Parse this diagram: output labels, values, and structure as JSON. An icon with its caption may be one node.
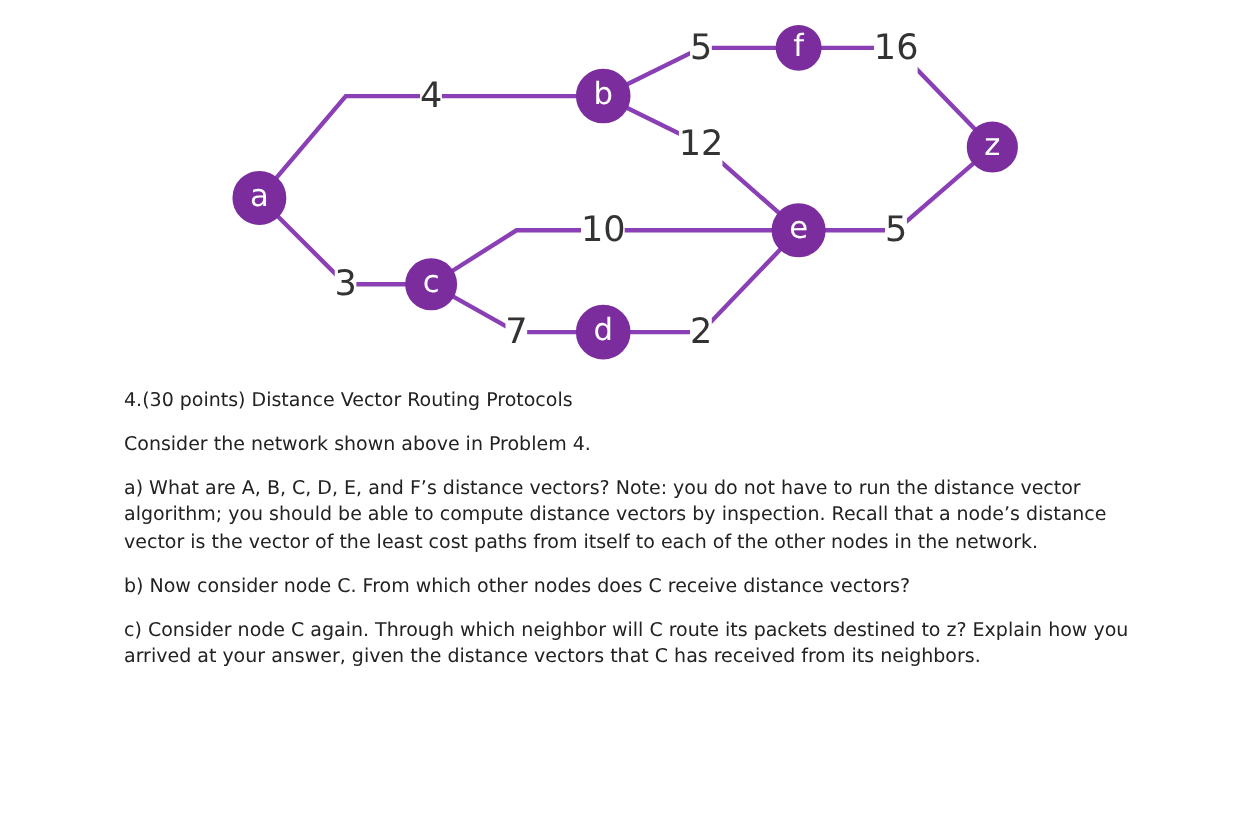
{
  "diagram": {
    "title": "4.(30 points) Distance Vector Routing Protocols",
    "nodes": [
      {
        "text": [
          "a"
        ]
      },
      {
        "text": [
          "b"
        ]
      },
      {
        "text": [
          "c"
        ]
      },
      {
        "text": [
          "d"
        ]
      },
      {
        "text": [
          "e"
        ]
      },
      {
        "text": [
          "f"
        ]
      },
      {
        "text": [
          "z"
        ]
      }
    ],
    "edges": [
      {
        "from": 0,
        "to": 1,
        "arrow": "none",
        "label": "4"
      },
      {
        "from": 0,
        "to": 2,
        "arrow": "none",
        "label": "3"
      },
      {
        "from": 1,
        "to": 5,
        "arrow": "none",
        "label": "5"
      },
      {
        "from": 1,
        "to": 4,
        "arrow": "none",
        "label": "12"
      },
      {
        "from": 2,
        "to": 4,
        "arrow": "none",
        "label": "10"
      },
      {
        "from": 2,
        "to": 3,
        "arrow": "none",
        "label": "7"
      },
      {
        "from": 3,
        "to": 4,
        "arrow": "none",
        "label": "2"
      },
      {
        "from": 5,
        "to": 6,
        "arrow": "none",
        "label": "16"
      },
      {
        "from": 4,
        "to": 6,
        "arrow": "none",
        "label": "5"
      }
    ],
    "labels": [
      "Consider the network shown above in Problem 4.",
      "a) What are A, B, C, D, E, and F’s distance vectors? Note: you do not have to run the distance vector algorithm; you should be able to compute distance vectors by inspection. Recall that a node’s distance vector is the vector of the least cost paths from itself to each of the other nodes in the network.",
      "b) Now consider node C. From which other nodes does C receive distance vectors?",
      "c) Consider node C again. Through which neighbor will C route its packets destined to z? Explain how you arrived at your answer, given the distance vectors that C has received from its neighbors."
    ]
  }
}
